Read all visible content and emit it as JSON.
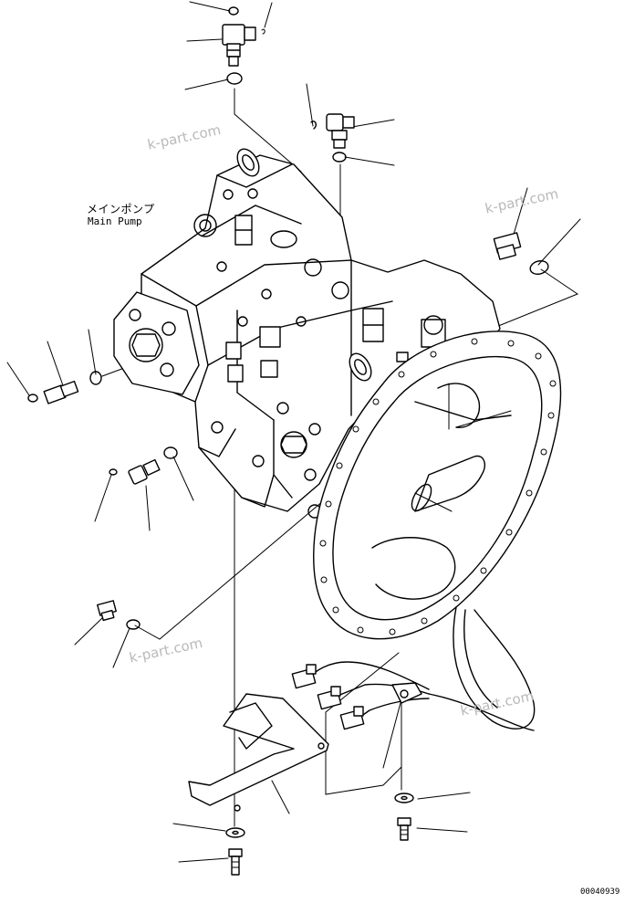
{
  "diagram": {
    "label_jp": "メインポンプ",
    "label_en": "Main Pump",
    "figure_code": "00040939",
    "watermark_text": "k-part.com",
    "line_color": "#000000",
    "background_color": "#ffffff",
    "watermark_color": "#b9b9b9"
  }
}
